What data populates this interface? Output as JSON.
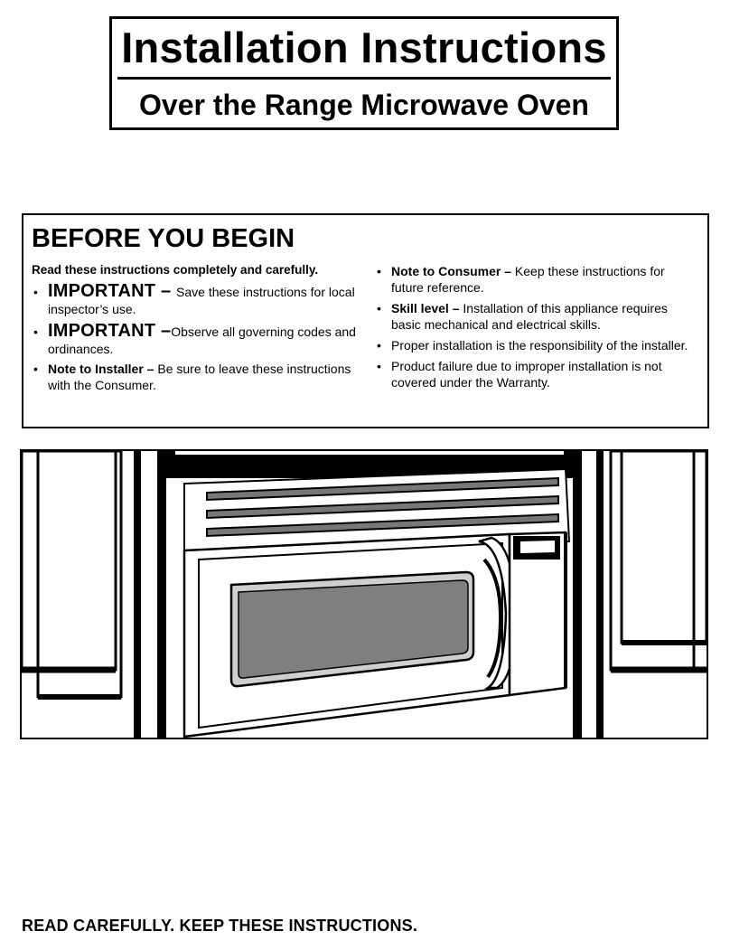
{
  "header": {
    "title": "Installation Instructions",
    "subtitle": "Over the Range Microwave Oven"
  },
  "before_you_begin": {
    "heading": "BEFORE YOU BEGIN",
    "intro": "Read these instructions completely and carefully.",
    "left_items": [
      {
        "label": "IMPORTANT – ",
        "text": "Save these instructions for local inspector’s use."
      },
      {
        "label": "IMPORTANT –",
        "text": "Observe all governing codes and ordinances."
      },
      {
        "label": "Note to Installer – ",
        "text": "Be sure to leave these instructions with the Consumer."
      }
    ],
    "right_items": [
      {
        "label": "Note to Consumer – ",
        "text": "Keep these instructions for future reference."
      },
      {
        "label": "Skill level – ",
        "text": "Installation of this appliance requires basic mechanical and electrical skills."
      },
      {
        "label": "",
        "text": "Proper installation is the responsibility of the installer."
      },
      {
        "label": "",
        "text": "Product failure due to improper installation is not covered under the Warranty."
      }
    ]
  },
  "footer": {
    "notice": "READ CAREFULLY. KEEP THESE INSTRUCTIONS."
  }
}
